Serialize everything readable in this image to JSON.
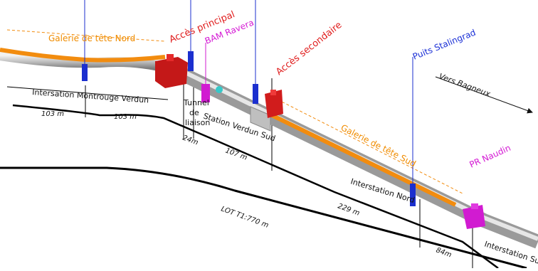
{
  "colors": {
    "gallery": "#f28c0f",
    "access": "#d41c1c",
    "construction": "#d11bd1",
    "shaft": "#1b2fcf",
    "tunnel": "#c8c8c8"
  },
  "labels": {
    "galerie_nord": "Galerie de tête Nord",
    "acces_principal": "Accès principal",
    "bam_ravera": "BAM Ravera",
    "acces_secondaire": "Accès secondaire",
    "puits_stalingrad": "Puits Stalingrad",
    "vers_bagneux": "Vers Bagneux",
    "intersation_montrouge": "Intersation Montrouge Verdun",
    "tunnel_liaison": [
      "Tunnel",
      "de",
      "liaison"
    ],
    "station_verdun_sud": "Station Verdun Sud",
    "galerie_sud": "Galerie de tête Sud",
    "pr_naudin": "PR Naudin",
    "interstation_nord": "Interstation Nord",
    "interstation_sud": "Interstation Sud"
  },
  "dimensions": {
    "d103_left": "103 m",
    "d103_right": "103 m",
    "d24": "24m",
    "d107": "107 m",
    "d229": "229 m",
    "d84": "84m",
    "lot": "LOT T1:770 m"
  }
}
